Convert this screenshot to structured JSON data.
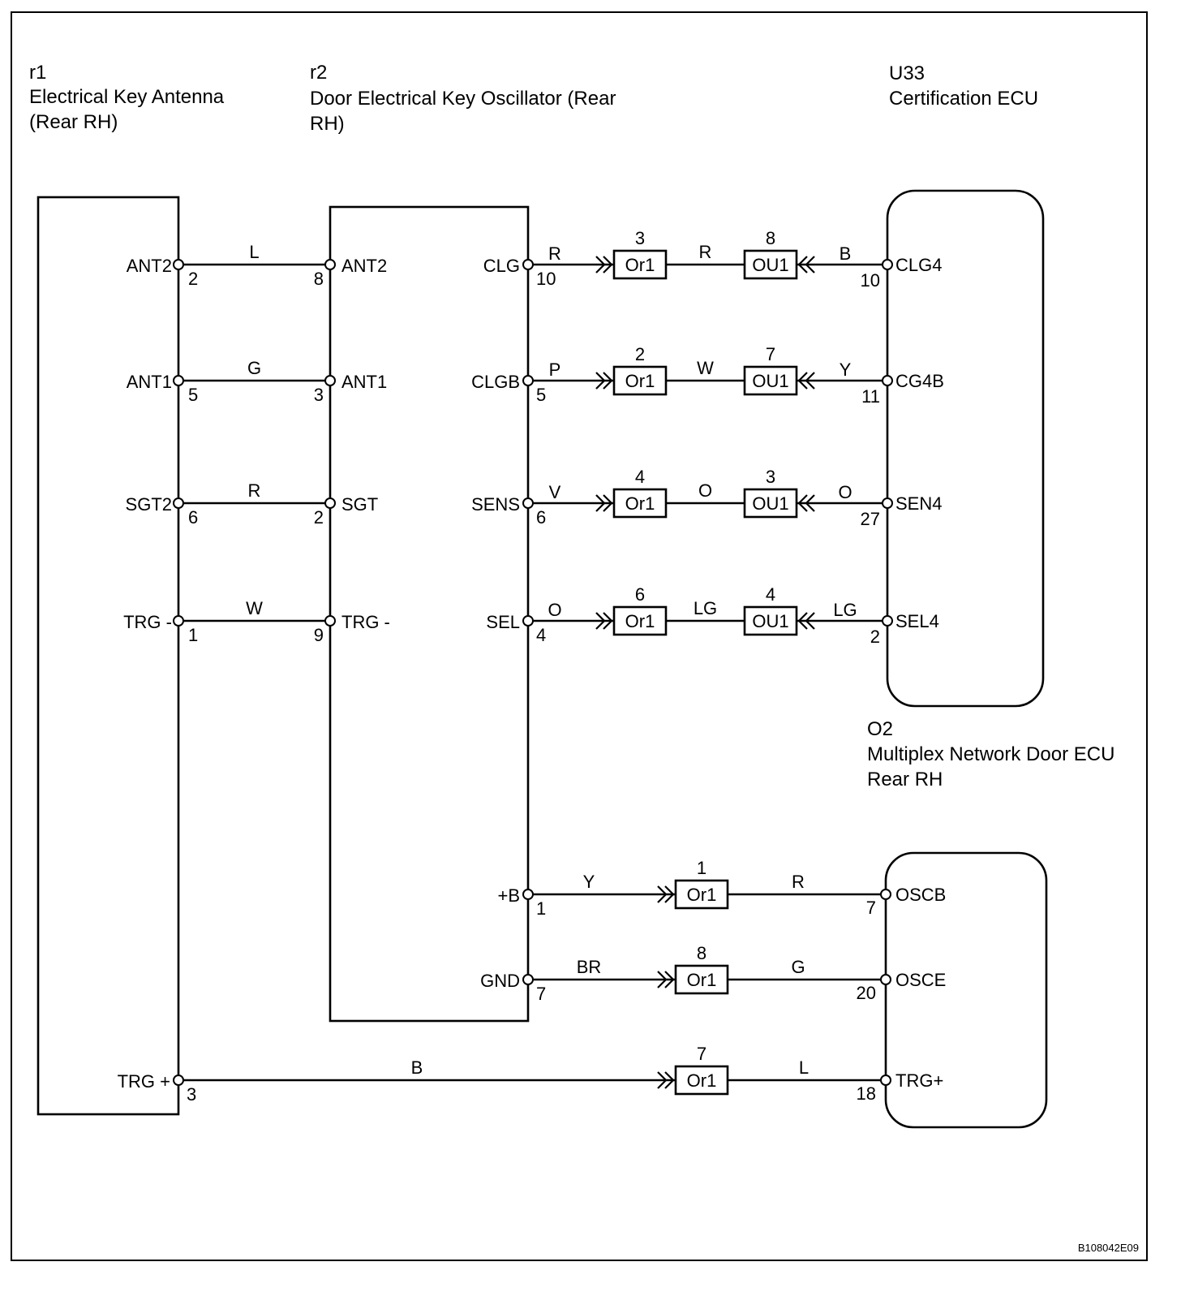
{
  "components": {
    "r1": {
      "id": "r1",
      "name_line1": "Electrical Key Antenna",
      "name_line2": "(Rear RH)"
    },
    "r2": {
      "id": "r2",
      "name_line1": "Door Electrical Key Oscillator (Rear",
      "name_line2": "RH)"
    },
    "u33": {
      "id": "U33",
      "name_line1": "Certification ECU"
    },
    "o2": {
      "id": "O2",
      "name_line1": "Multiplex Network Door ECU",
      "name_line2": "Rear RH"
    }
  },
  "left_links": [
    {
      "r1_label": "ANT2",
      "r1_pin": "2",
      "wire": "L",
      "r2_label": "ANT2",
      "r2_pin": "8"
    },
    {
      "r1_label": "ANT1",
      "r1_pin": "5",
      "wire": "G",
      "r2_label": "ANT1",
      "r2_pin": "3"
    },
    {
      "r1_label": "SGT2",
      "r1_pin": "6",
      "wire": "R",
      "r2_label": "SGT",
      "r2_pin": "2"
    },
    {
      "r1_label": "TRG -",
      "r1_pin": "1",
      "wire": "W",
      "r2_label": "TRG -",
      "r2_pin": "9"
    }
  ],
  "u33_links": [
    {
      "r2_label": "CLG",
      "r2_pin": "10",
      "wire1": "R",
      "conn1": "Or1",
      "conn1_pin": "3",
      "wire2": "R",
      "conn2": "OU1",
      "conn2_pin": "8",
      "wire3": "B",
      "ecu_pin": "10",
      "ecu_label": "CLG4"
    },
    {
      "r2_label": "CLGB",
      "r2_pin": "5",
      "wire1": "P",
      "conn1": "Or1",
      "conn1_pin": "2",
      "wire2": "W",
      "conn2": "OU1",
      "conn2_pin": "7",
      "wire3": "Y",
      "ecu_pin": "11",
      "ecu_label": "CG4B"
    },
    {
      "r2_label": "SENS",
      "r2_pin": "6",
      "wire1": "V",
      "conn1": "Or1",
      "conn1_pin": "4",
      "wire2": "O",
      "conn2": "OU1",
      "conn2_pin": "3",
      "wire3": "O",
      "ecu_pin": "27",
      "ecu_label": "SEN4"
    },
    {
      "r2_label": "SEL",
      "r2_pin": "4",
      "wire1": "O",
      "conn1": "Or1",
      "conn1_pin": "6",
      "wire2": "LG",
      "conn2": "OU1",
      "conn2_pin": "4",
      "wire3": "LG",
      "ecu_pin": "2",
      "ecu_label": "SEL4"
    }
  ],
  "o2_links": [
    {
      "src_label": "+B",
      "src_pin": "1",
      "wire1": "Y",
      "conn": "Or1",
      "conn_pin": "1",
      "wire2": "R",
      "ecu_pin": "7",
      "ecu_label": "OSCB"
    },
    {
      "src_label": "GND",
      "src_pin": "7",
      "wire1": "BR",
      "conn": "Or1",
      "conn_pin": "8",
      "wire2": "G",
      "ecu_pin": "20",
      "ecu_label": "OSCE"
    },
    {
      "src_label": "TRG +",
      "src_pin": "3",
      "wire1": "B",
      "conn": "Or1",
      "conn_pin": "7",
      "wire2": "L",
      "ecu_pin": "18",
      "ecu_label": "TRG+"
    }
  ],
  "figure_code": "B108042E09"
}
